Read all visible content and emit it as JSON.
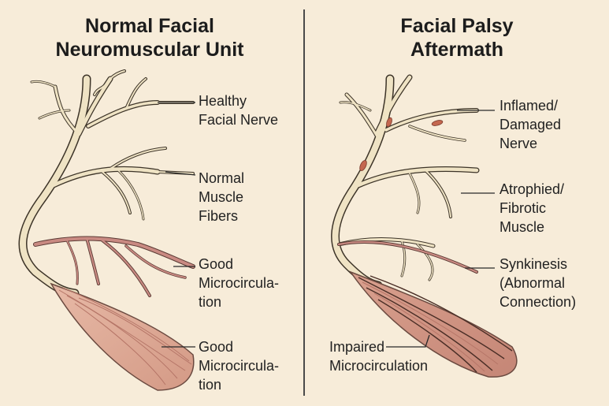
{
  "panels": {
    "left": {
      "title_line1": "Normal Facial",
      "title_line2": "Neuromuscular Unit",
      "labels": [
        {
          "line1": "Healthy",
          "line2": "Facial Nerve"
        },
        {
          "line1": "Normal",
          "line2": "Muscle",
          "line3": "Fibers"
        },
        {
          "line1": "Good",
          "line2": "Microcircula-",
          "line3": "tion"
        },
        {
          "line1": "Good",
          "line2": "Microcircula-",
          "line3": "tion"
        }
      ]
    },
    "right": {
      "title_line1": "Facial Palsy",
      "title_line2": "Aftermath",
      "labels": [
        {
          "line1": "Inflamed/",
          "line2": "Damaged",
          "line3": "Nerve"
        },
        {
          "line1": "Atrophied/",
          "line2": "Fibrotic",
          "line3": "Muscle"
        },
        {
          "line1": "Synkinesis",
          "line2": "(Abnormal",
          "line3": "Connection)"
        },
        {
          "line1": "Impaired",
          "line2": "Microcirculation"
        }
      ]
    }
  },
  "colors": {
    "background": "#f7ecd9",
    "nerve_fill": "#efe3c4",
    "outline": "#3d3428",
    "vessel": "#c98a82",
    "muscle": "#dba796",
    "muscle_stripe": "#b57567",
    "inflamed": "#c4674f"
  }
}
